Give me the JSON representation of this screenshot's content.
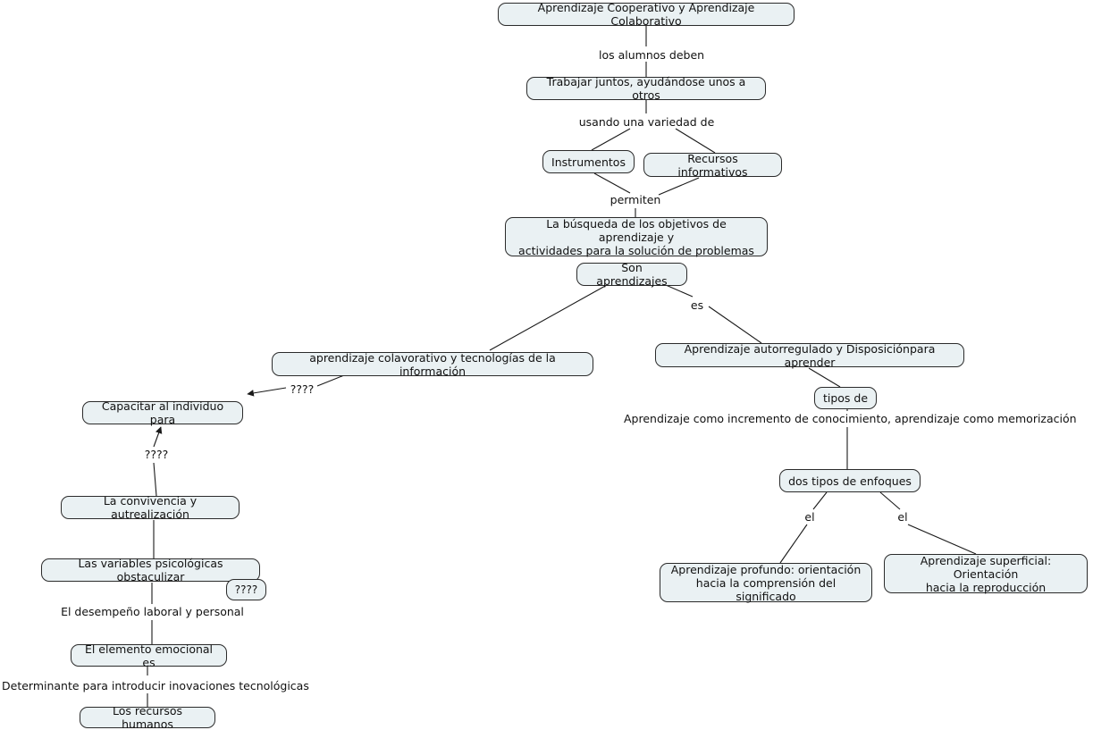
{
  "map": {
    "title": "Aprendizaje Cooperativo y Aprendizaje Colaborativo",
    "colors": {
      "node_fill": "#eaf1f3",
      "node_border": "#2b2b2b",
      "edge": "#1a1a1a",
      "background": "#ffffff",
      "text": "#111111"
    }
  },
  "nodes": [
    {
      "id": "root",
      "label": "Aprendizaje Cooperativo y Aprendizaje Colaborativo"
    },
    {
      "id": "trabajar",
      "label": "Trabajar juntos, ayudándose unos a otros"
    },
    {
      "id": "instrumentos",
      "label": "Instrumentos"
    },
    {
      "id": "recursos_inf",
      "label": "Recursos informativos"
    },
    {
      "id": "busqueda",
      "label": "La búsqueda de los objetivos de aprendizaje y\nactividades para la solución de problemas"
    },
    {
      "id": "son_aprend",
      "label": "Son aprendizajes"
    },
    {
      "id": "colaborativo",
      "label": "aprendizaje colavorativo y tecnologías de la información"
    },
    {
      "id": "autorregulado",
      "label": "Aprendizaje autorregulado y Disposiciónpara aprender"
    },
    {
      "id": "tipos_de",
      "label": "tipos de"
    },
    {
      "id": "dos_enfoques",
      "label": "dos tipos de enfoques"
    },
    {
      "id": "profundo",
      "label": "Aprendizaje profundo: orientación\nhacia la comprensión del significado"
    },
    {
      "id": "superficial",
      "label": "Aprendizaje superficial: Orientación\nhacia la reproducción"
    },
    {
      "id": "capacitar",
      "label": "Capacitar al individuo para"
    },
    {
      "id": "convivencia",
      "label": "La convivencia y autrealización"
    },
    {
      "id": "variables",
      "label": "Las variables psicológicas obstaculizar"
    },
    {
      "id": "q_small",
      "label": "????"
    },
    {
      "id": "emocional",
      "label": "El elemento emocional es"
    },
    {
      "id": "recursos_hum",
      "label": "Los recursos humanos"
    }
  ],
  "link_labels": [
    {
      "id": "l_alumnos",
      "text": "los alumnos deben"
    },
    {
      "id": "l_usando",
      "text": "usando una variedad de"
    },
    {
      "id": "l_permiten",
      "text": "permiten"
    },
    {
      "id": "l_es",
      "text": "es"
    },
    {
      "id": "l_q_left",
      "text": "????"
    },
    {
      "id": "l_q_capacitar",
      "text": "????"
    },
    {
      "id": "l_desempeno",
      "text": "El desempeño laboral y personal"
    },
    {
      "id": "l_determinante",
      "text": "Determinante para introducir inovaciones tecnológicas"
    },
    {
      "id": "l_tipos_text",
      "text": "Aprendizaje como incremento de conocimiento, aprendizaje como memorización"
    },
    {
      "id": "l_el_1",
      "text": "el"
    },
    {
      "id": "l_el_2",
      "text": "el"
    }
  ]
}
